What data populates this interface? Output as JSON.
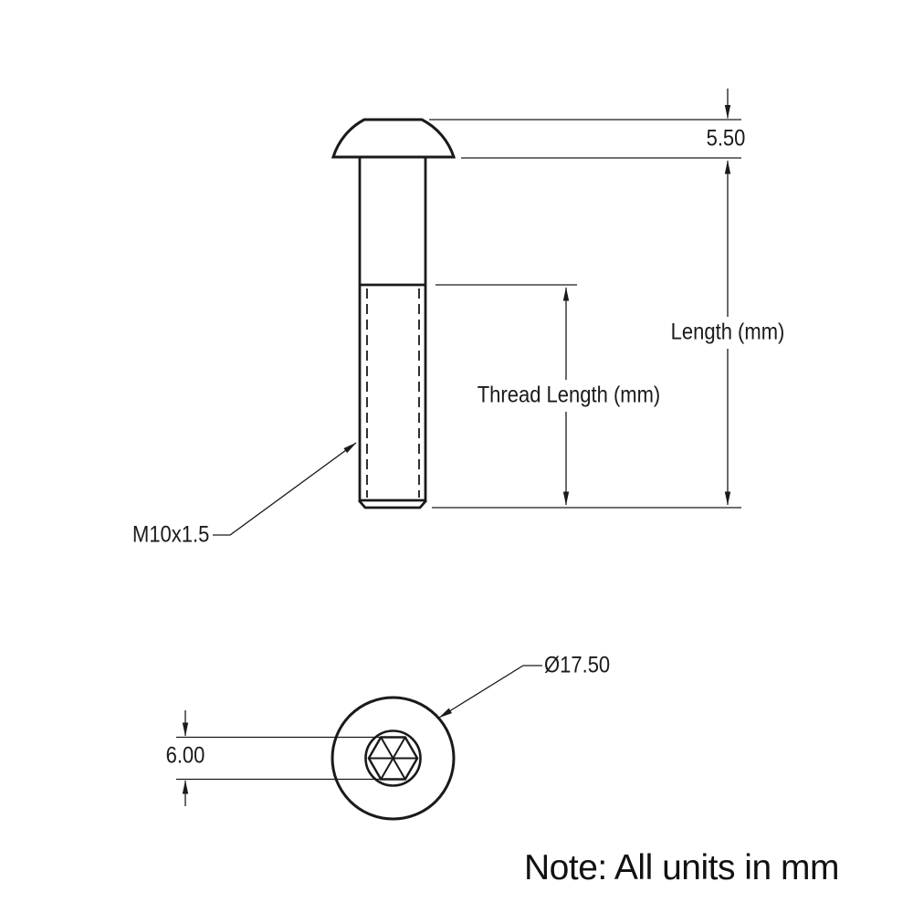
{
  "drawing": {
    "description": "Technical drawing of an M10 button head socket screw, side view and top view",
    "note": "Note: All units in mm",
    "colors": {
      "line": "#1a1a1a",
      "background": "#ffffff"
    }
  },
  "side_view": {
    "head_height_dim": "5.50",
    "length_dim_label": "Length (mm)",
    "thread_length_dim_label": "Thread Length (mm)",
    "thread_spec_label": "M10x1.5"
  },
  "top_view": {
    "head_diameter_dim": "Ø17.50",
    "socket_width_dim": "6.00"
  }
}
